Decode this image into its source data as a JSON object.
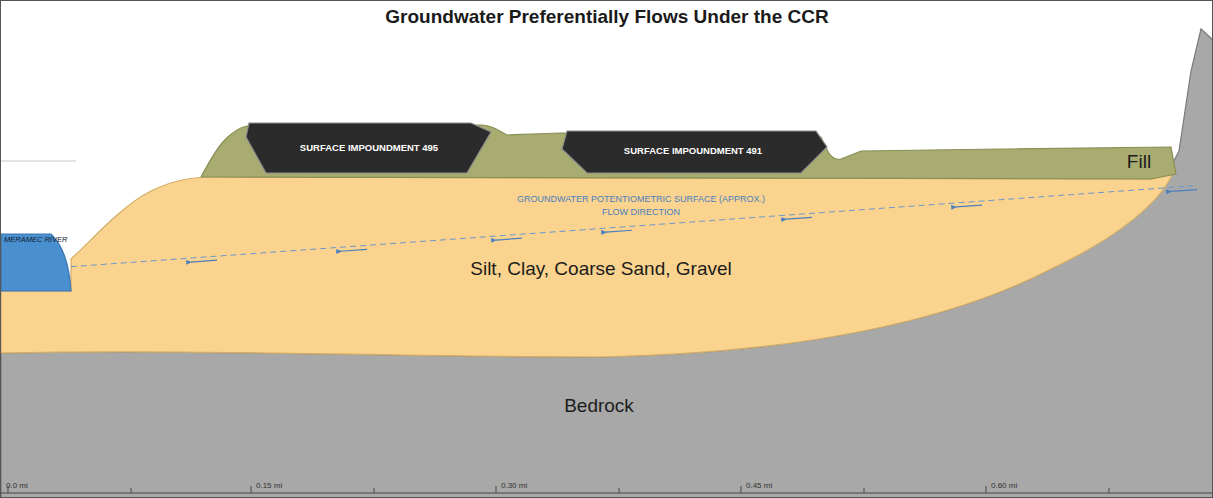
{
  "diagram": {
    "title": "Groundwater Preferentially Flows Under the CCR",
    "nodes": [
      {
        "text": [
          "SURFACE IMPOUNDMENT 495"
        ]
      },
      {
        "text": [
          "SURFACE IMPOUNDMENT 491"
        ]
      },
      {
        "text": [
          "Fill"
        ]
      },
      {
        "text": [
          "MERAMEC RIVER"
        ]
      },
      {
        "text": [
          "Silt, Clay, Coarse Sand, Gravel"
        ]
      },
      {
        "text": [
          "Bedrock"
        ]
      }
    ],
    "labels": [
      "GROUNDWATER POTENTIOMETRIC SURFACE (APPROX.)",
      "FLOW DIRECTION",
      "0.0 mi",
      "0.15 mi",
      "0.30 mi",
      "0.45 mi",
      "0.60 mi"
    ]
  }
}
